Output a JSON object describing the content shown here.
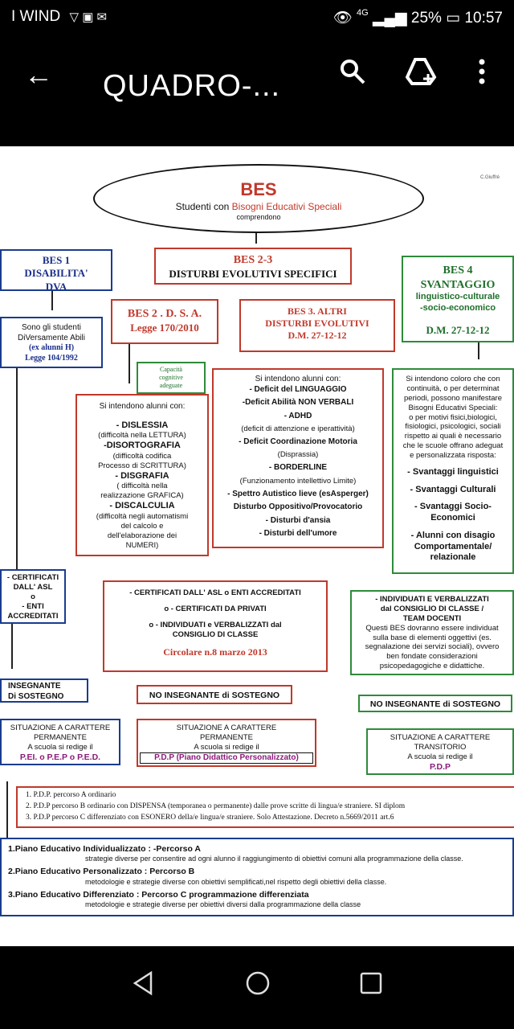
{
  "status_bar": {
    "carrier": "I WIND",
    "network": "4G",
    "battery": "25%",
    "time": "10:57"
  },
  "app_bar": {
    "title": "QUADRO-..."
  },
  "diagram": {
    "author": "C.Giuffrè",
    "top": {
      "title": "BES",
      "subtitle_prefix": "Studenti con ",
      "subtitle": "Bisogni Educativi Speciali",
      "sub2": "comprendono"
    },
    "bes1": {
      "l1": "BES 1",
      "l2": "DISABILITA'",
      "l3": "DVA"
    },
    "bes23": {
      "l1": "BES 2-3",
      "l2": "DISTURBI EVOLUTIVI SPECIFICI"
    },
    "bes4": {
      "l1": "BES 4",
      "l2": "SVANTAGGIO",
      "l3": "linguistico-culturale",
      "l4": "-socio-economico",
      "l5": "D.M. 27-12-12"
    },
    "bes2": {
      "l1": "BES 2 . D. S. A.",
      "l2": "Legge 170/2010"
    },
    "bes3": {
      "l1": "BES 3. ALTRI",
      "l2": "DISTURBI EVOLUTIVI",
      "l3": "D.M. 27-12-12"
    },
    "sono": {
      "l1": "Sono gli studenti",
      "l2": "DiVersamente Abili",
      "l3": "(ex alunni H)",
      "l4": "Legge 104/1992"
    },
    "capacita": {
      "l1": "Capacità",
      "l2": "cognitive",
      "l3": "adeguate"
    },
    "dsa_list": {
      "intro": "Si intendono alunni con:",
      "items": [
        "- DISLESSIA",
        "(difficoltà nella LETTURA)",
        "-DISORTOGRAFIA",
        "(difficoltà codifica",
        "Processo di SCRITTURA)",
        "- DISGRAFIA",
        "( difficoltà nella",
        "realizzazione GRAFICA)",
        "- DISCALCULIA",
        "(difficoltà negli automatismi",
        "del calcolo e",
        "dell'elaborazione dei",
        "NUMERI)"
      ]
    },
    "altri_list": {
      "intro": "Si intendono alunni con:",
      "items": [
        "- Deficit del LINGUAGGIO",
        "-Deficit Abilità NON VERBALI",
        "- ADHD",
        "(deficit di attenzione e iperattività)",
        "- Deficit Coordinazione Motoria",
        "(Disprassia)",
        "- BORDERLINE",
        "(Funzionamento intellettivo Limite)",
        "- Spettro Autistico lieve (esAsperger)",
        "Disturbo Oppositivo/Provocatorio",
        "- Disturbi d'ansia",
        "- Disturbi dell'umore"
      ]
    },
    "svantaggio_list": {
      "intro": [
        "Si intendono coloro che con",
        "continuità, o per determinat",
        "periodi, possono manifestare",
        "Bisogni Educativi Speciali:",
        "o per motivi fisici,biologici,",
        "fisiologici, psicologici, sociali",
        "rispetto ai quali è necessario",
        "che le scuole offrano adeguat",
        "e personalizzata risposta:"
      ],
      "items": [
        "- Svantaggi linguistici",
        "- Svantaggi Culturali",
        "- Svantaggi Socio-",
        "Economici",
        "- Alunni con disagio",
        "Comportamentale/",
        "relazionale"
      ]
    },
    "certificati_left": {
      "l1": "- CERTIFICATI",
      "l2": "DALL' ASL",
      "l3": "o",
      "l4": "- ENTI",
      "l5": "ACCREDITATI"
    },
    "certificati_mid": {
      "l1": "- CERTIFICATI DALL' ASL o ENTI ACCREDITATI",
      "l2": "o - CERTIFICATI DA PRIVATI",
      "l3": "o - INDIVIDUATI e VERBALIZZATI dal",
      "l4": "CONSIGLIO DI CLASSE",
      "l5": "Circolare n.8 marzo 2013"
    },
    "individuati_right": {
      "l1": "- INDIVIDUATI E VERBALIZZATI",
      "l2": "dal CONSIGLIO DI CLASSE /",
      "l3": "TEAM DOCENTI",
      "l4": "Questi BES dovranno essere individuat",
      "l5": "sulla base di elementi oggettivi (es.",
      "l6": "segnalazione dei servizi sociali), ovvero",
      "l7": "ben fondate considerazioni",
      "l8": "psicopedagogiche e didattiche."
    },
    "insegnante": {
      "l1": "INSEGNANTE",
      "l2": "Di SOSTEGNO"
    },
    "no_ins_mid": "NO INSEGNANTE di SOSTEGNO",
    "no_ins_right": "NO INSEGNANTE di SOSTEGNO",
    "sit_left": {
      "l1": "SITUAZIONE A CARATTERE",
      "l2": "PERMANENTE",
      "l3": "A scuola si redige il",
      "l4": "P.EI. o P.E.P o P.E.D."
    },
    "sit_mid": {
      "l1": "SITUAZIONE A CARATTERE",
      "l2": "PERMANENTE",
      "l3": "A scuola si redige il",
      "l4": "P.D.P (Piano Didattico Personalizzato)"
    },
    "sit_right": {
      "l1": "SITUAZIONE A CARATTERE",
      "l2": "TRANSITORIO",
      "l3": "A scuola si redige il",
      "l4": "P.D.P"
    },
    "pdp_list": [
      "1. P.D.P. percorso A ordinario",
      "2. P.D.P percorso B ordinario con DISPENSA (temporanea o permanente) dalle prove scritte di lingua/e straniere. SI diplom",
      "3. P.D.P percorso C differenziato con ESONERO della/e lingua/e straniere. Solo Attestazione. Decreto n.5669/2011 art.6"
    ],
    "piani": [
      {
        "title": "1.Piano Educativo Individualizzato : -Percorso A",
        "desc": "strategie diverse per consentire ad ogni alunno il raggiungimento di obiettivi comuni alla programmazione della classe."
      },
      {
        "title": "2.Piano Educativo Personalizzato : Percorso B",
        "desc": "metodologie e strategie diverse con obiettivi semplificati,nel rispetto degli obiettivi della classe."
      },
      {
        "title": "3.Piano Educativo Differenziato : Percorso C programmazione differenziata",
        "desc": "metodologie e strategie diverse per obiettivi diversi dalla programmazione della classe"
      }
    ]
  }
}
